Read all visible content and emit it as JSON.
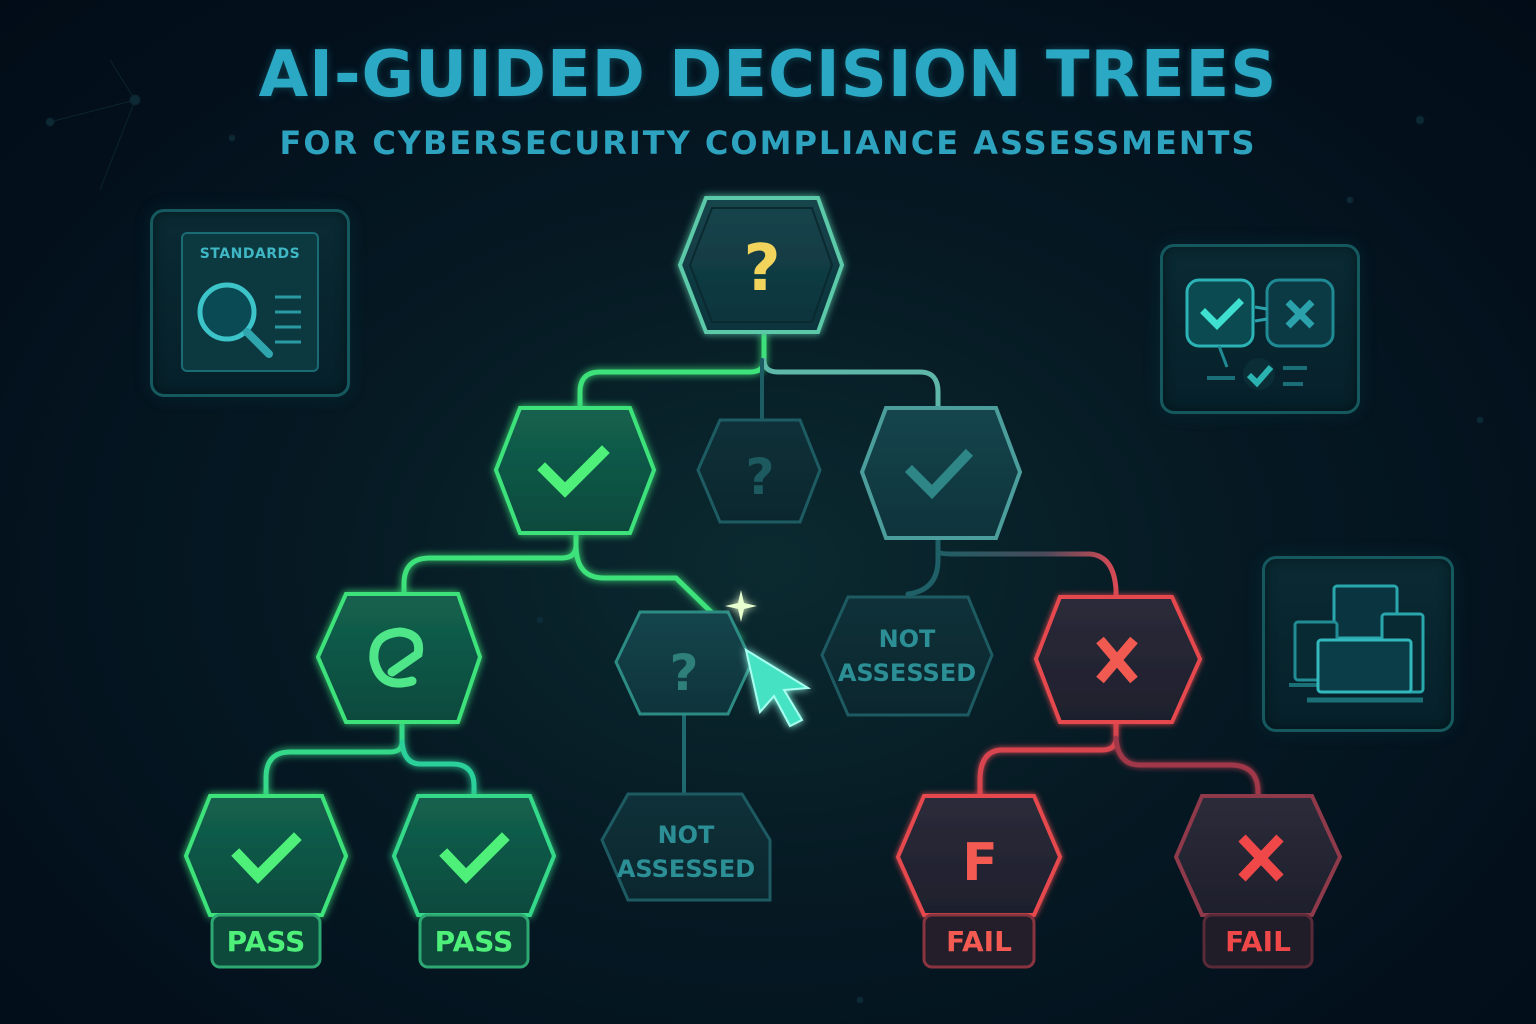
{
  "header": {
    "title": "AI-GUIDED DECISION TREES",
    "subtitle": "FOR CYBERSECURITY COMPLIANCE ASSESSMENTS"
  },
  "colors": {
    "background": "#03111d",
    "title": "#2ba9c4",
    "pass_green": "#3ee27a",
    "neutral_teal": "#1f6a70",
    "fail_red": "#e5484d",
    "question_yellow": "#f2d45c",
    "cursor_cyan": "#3fe0c8"
  },
  "side_panels": {
    "standards": {
      "label": "STANDARDS",
      "icon": "magnifier-document-icon"
    },
    "comparison": {
      "icon": "check-vs-cross-icon"
    },
    "devices": {
      "icon": "multiple-devices-icon"
    }
  },
  "tree": {
    "root": {
      "icon": "question-mark",
      "glyph": "?",
      "state": "active-question"
    },
    "level1": [
      {
        "icon": "check",
        "glyph": "✓",
        "state": "pass-active"
      },
      {
        "icon": "question-mark",
        "glyph": "?",
        "state": "inactive"
      },
      {
        "icon": "check",
        "glyph": "✓",
        "state": "neutral"
      }
    ],
    "level2": [
      {
        "icon": "e-check",
        "glyph": "e",
        "state": "pass-active"
      },
      {
        "icon": "question-mark",
        "glyph": "?",
        "state": "pending"
      },
      {
        "label_line1": "NOT",
        "label_line2": "ASSESSED",
        "state": "not-assessed"
      },
      {
        "icon": "cross",
        "glyph": "✕",
        "state": "fail"
      }
    ],
    "leaves": [
      {
        "icon": "check",
        "glyph": "✓",
        "badge": "PASS",
        "state": "pass"
      },
      {
        "icon": "check",
        "glyph": "✓",
        "badge": "PASS",
        "state": "pass"
      },
      {
        "label_line1": "NOT",
        "label_line2": "ASSESSED",
        "state": "not-assessed"
      },
      {
        "icon": "letter-f",
        "glyph": "F",
        "badge": "FAIL",
        "state": "fail"
      },
      {
        "icon": "cross",
        "glyph": "✕",
        "badge": "FAIL",
        "state": "fail-dim"
      }
    ]
  },
  "cursor": {
    "icon": "pointer-arrow",
    "sparkle": true
  }
}
